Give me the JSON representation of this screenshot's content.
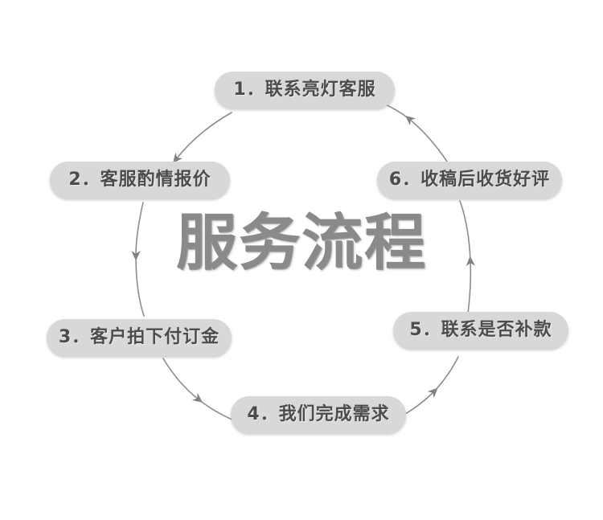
{
  "diagram": {
    "center_title": "服务流程",
    "cycle_direction": "clockwise",
    "accent_color": "#d8d8d8",
    "text_color": "#4c4c4c",
    "title_color": "#8a8a8a",
    "line_color": "#808080",
    "background_color": "#ffffff",
    "steps": [
      {
        "number": "1.",
        "text": "联系亮灯客服",
        "label": "1．联系亮灯客服"
      },
      {
        "number": "2.",
        "text": "客服酌情报价",
        "label": "2．客服酌情报价"
      },
      {
        "number": "3.",
        "text": "客户拍下付订金",
        "label": "3．客户拍下付订金"
      },
      {
        "number": "4.",
        "text": "我们完成需求",
        "label": "4．我们完成需求"
      },
      {
        "number": "5.",
        "text": "联系是否补款",
        "label": "5．联系是否补款"
      },
      {
        "number": "6.",
        "text": "收稿后收货好评",
        "label": "6．收稿后收货好评"
      }
    ],
    "arrows": [
      {
        "from": "1",
        "to": "2",
        "icon": "arrow-head-icon"
      },
      {
        "from": "2",
        "to": "3",
        "icon": "arrow-head-icon"
      },
      {
        "from": "3",
        "to": "4",
        "icon": "arrow-head-icon"
      },
      {
        "from": "4",
        "to": "5",
        "icon": "arrow-head-icon"
      },
      {
        "from": "5",
        "to": "6",
        "icon": "arrow-head-icon"
      },
      {
        "from": "6",
        "to": "1",
        "icon": "arrow-head-icon"
      }
    ]
  }
}
